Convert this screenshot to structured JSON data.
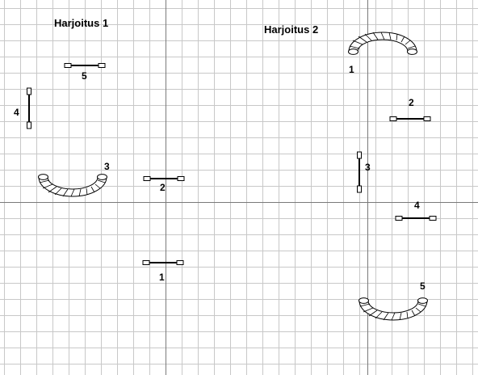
{
  "titles": {
    "exercise_1": "Harjoitus 1",
    "exercise_2": "Harjoitus 2"
  },
  "grid": {
    "visible": true,
    "minor_color": "#c8c8c8",
    "axis_color": "#7a7a7a"
  },
  "exercise_1": {
    "parts": [
      {
        "id": "1",
        "kind": "horizontal-bar"
      },
      {
        "id": "2",
        "kind": "horizontal-bar"
      },
      {
        "id": "3",
        "kind": "bent-tube-opening-up"
      },
      {
        "id": "4",
        "kind": "vertical-bar"
      },
      {
        "id": "5",
        "kind": "horizontal-bar"
      }
    ]
  },
  "exercise_2": {
    "parts": [
      {
        "id": "1",
        "kind": "bent-tube-opening-down"
      },
      {
        "id": "2",
        "kind": "horizontal-bar"
      },
      {
        "id": "3",
        "kind": "vertical-bar"
      },
      {
        "id": "4",
        "kind": "horizontal-bar"
      },
      {
        "id": "5",
        "kind": "bent-tube-opening-up"
      }
    ]
  }
}
